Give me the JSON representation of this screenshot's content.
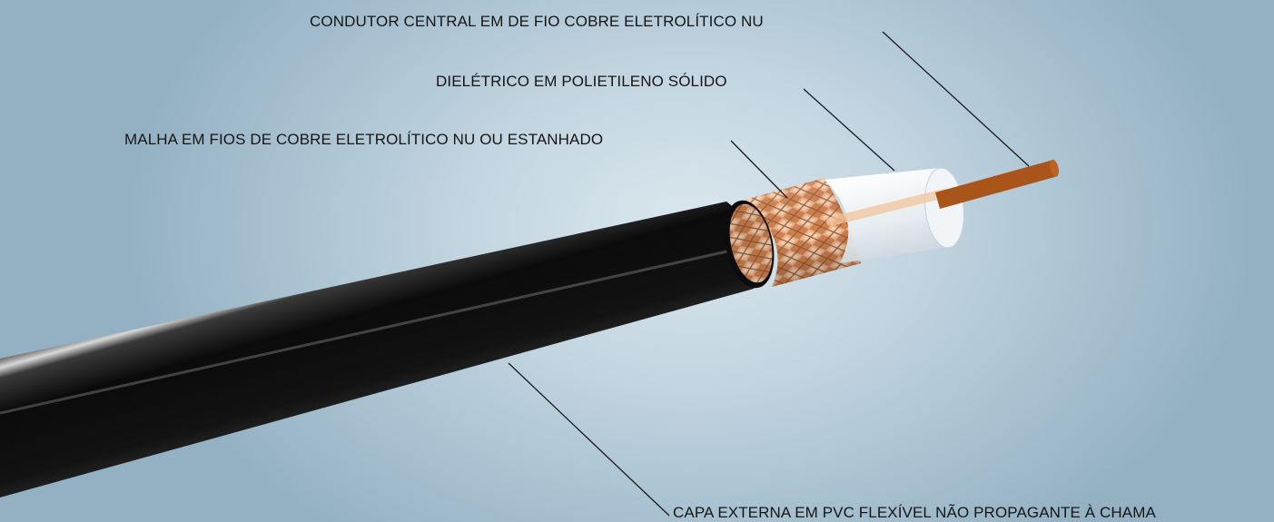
{
  "labels": {
    "conductor": "CONDUTOR CENTRAL EM DE FIO COBRE ELETROLÍTICO NU",
    "dielectric": "DIELÉTRICO EM POLIETILENO SÓLIDO",
    "shield": "MALHA EM FIOS DE COBRE ELETROLÍTICO NU OU ESTANHADO",
    "jacket": "CAPA EXTERNA EM PVC FLEXÍVEL NÃO PROPAGANTE À CHAMA"
  },
  "colors": {
    "background": "#c4d6e1",
    "jacket": "#0d0d0d",
    "braid": "#d9915f",
    "dielectric": "#e9eef1",
    "conductor": "#e58a3c",
    "leader_line": "#1a1a1a"
  }
}
